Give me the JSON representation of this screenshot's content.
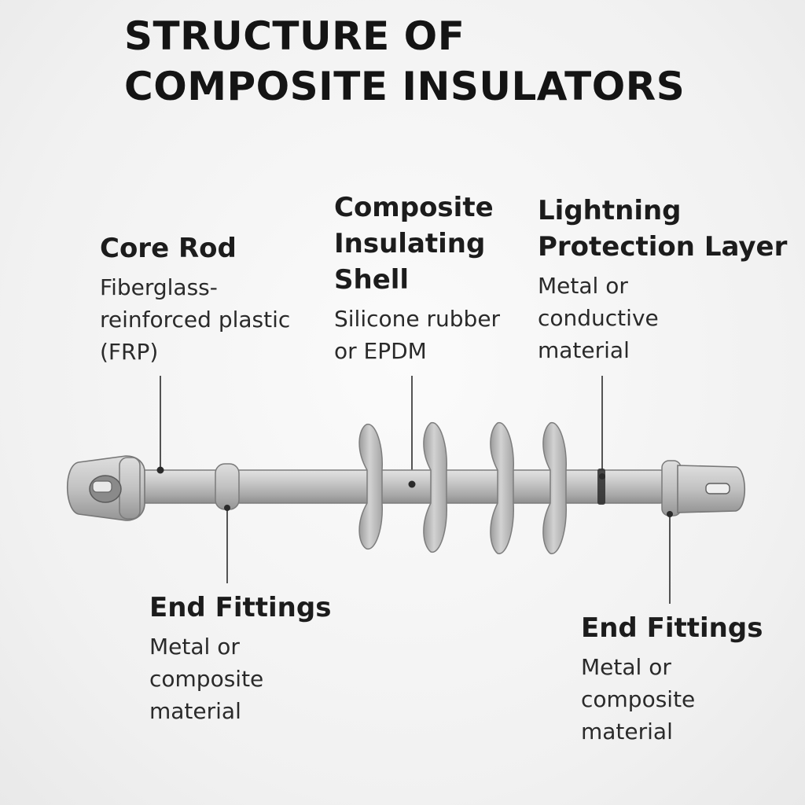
{
  "title": {
    "line1": "STRUCTURE OF",
    "line2": "COMPOSITE INSULATORS"
  },
  "labels": {
    "core_rod": {
      "head": [
        "Core Rod"
      ],
      "desc": [
        "Fiberglass-",
        "reinforced plastic",
        "(FRP)"
      ]
    },
    "shell": {
      "head": [
        "Composite",
        "Insulating",
        "Shell"
      ],
      "desc": [
        "Silicone rubber",
        "or EPDM"
      ]
    },
    "lightning": {
      "head": [
        "Lightning",
        "Protection Layer"
      ],
      "desc": [
        "Metal or",
        "conductive",
        "material"
      ]
    },
    "end_left": {
      "head": [
        "End Fittings"
      ],
      "desc": [
        "Metal or",
        "composite",
        "material"
      ]
    },
    "end_right": {
      "head": [
        "End Fittings"
      ],
      "desc": [
        "Metal or",
        "composite",
        "material"
      ]
    }
  },
  "colors": {
    "background": "#f3f3f3",
    "insulator_body": "#b8b8b8",
    "insulator_edge": "#7d7d7d",
    "leader_line": "#2b2b2b"
  }
}
